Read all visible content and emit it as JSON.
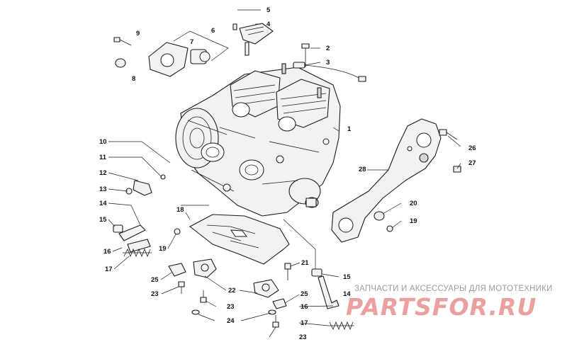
{
  "watermark": {
    "tagline": "ЗАПЧАСТИ И АКСЕССУАРЫ ДЛЯ МОТОТЕХНИКИ",
    "logo": "PARTSFOR.RU",
    "color": "#ea9999"
  },
  "callouts": {
    "c1": "1",
    "c2": "2",
    "c3": "3",
    "c4": "4",
    "c5": "5",
    "c6": "6",
    "c7": "7",
    "c8": "8",
    "c9": "9",
    "c10": "10",
    "c11": "11",
    "c12": "12",
    "c13": "13",
    "c14a": "14",
    "c14b": "14",
    "c15a": "15",
    "c15b": "15",
    "c16a": "16",
    "c16b": "16",
    "c17a": "17",
    "c17b": "17",
    "c18": "18",
    "c19a": "19",
    "c19b": "19",
    "c20": "20",
    "c21": "21",
    "c22": "22",
    "c23a": "23",
    "c23b": "23",
    "c23c": "23",
    "c24": "24",
    "c25a": "25",
    "c25b": "25",
    "c26": "26",
    "c27": "27",
    "c28": "28"
  },
  "colors": {
    "line": "#1a1a1a",
    "background": "#ffffff"
  }
}
